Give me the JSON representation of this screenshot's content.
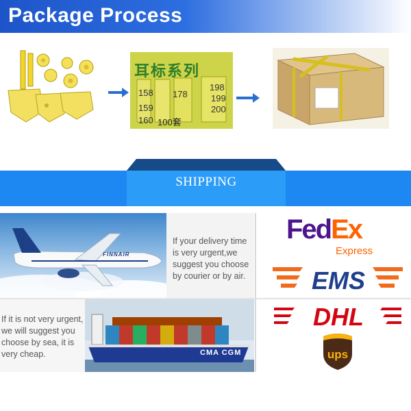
{
  "header": {
    "title": "Package Process"
  },
  "process": {
    "bag_text": "耳标系列",
    "tag_numbers": [
      "158",
      "178",
      "198",
      "159",
      "160",
      "200",
      "199"
    ],
    "bag_count": "100套",
    "box_label": ""
  },
  "shipping": {
    "banner_label": "SHIPPING",
    "air": {
      "plane_livery": "FINNAIR",
      "text": "If your delivery time is very urgent,we suggest you choose by courier or by air."
    },
    "sea": {
      "ship_name": "CMA CGM",
      "text": "If it is not very urgent, we will suggest you choose by sea, it is very cheap."
    },
    "couriers": {
      "fedex_fe": "Fed",
      "fedex_ex": "Ex",
      "fedex_sub": "Express",
      "ems": "EMS",
      "dhl": "DHL",
      "ups": "ups"
    }
  },
  "colors": {
    "header_blue": "#1d55c9",
    "shipping_blue": "#1e88f2",
    "fedex_purple": "#4d148c",
    "fedex_orange": "#ff6200",
    "ems_blue": "#1f3f8c",
    "ems_orange": "#f26b1d",
    "dhl_red": "#d40511",
    "dhl_yellow": "#ffcc00",
    "ups_brown": "#4b2a17",
    "ups_gold": "#f9b20e"
  }
}
